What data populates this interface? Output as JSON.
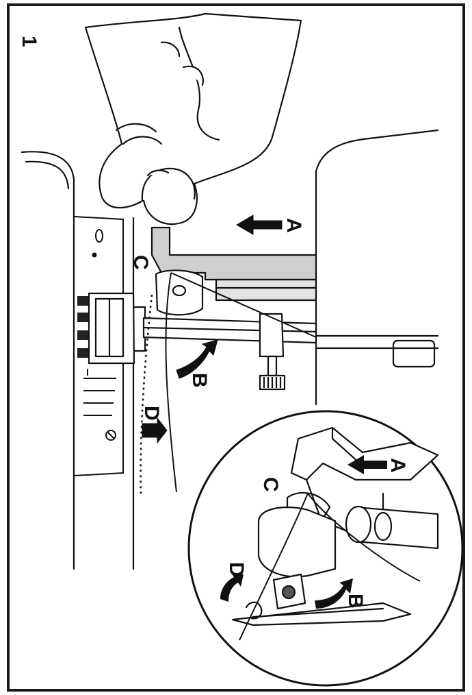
{
  "figure": {
    "step_number": "1",
    "labels": {
      "a": "A",
      "b": "B",
      "c": "C",
      "d": "D"
    },
    "inset_labels": {
      "a": "A",
      "b": "B",
      "c": "C",
      "d": "D"
    },
    "colors": {
      "ink": "#111111",
      "frame": "#1a1a1a",
      "lever_fill": "#cfcfcf",
      "paper": "#ffffff"
    }
  }
}
